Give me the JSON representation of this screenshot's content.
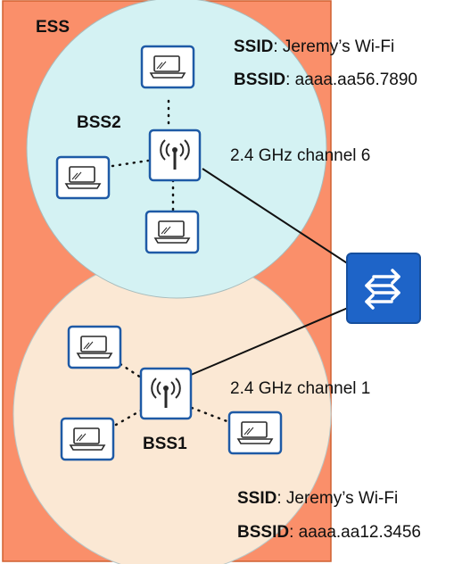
{
  "colors": {
    "ess_fill": "#fa8f6a",
    "ess_border": "#d06030",
    "bss2_fill": "#d4f2f3",
    "bss1_fill": "#fbe8d4",
    "device_border": "#1e5aa6",
    "switch_fill": "#1e64c8"
  },
  "ess": {
    "label": "ESS"
  },
  "bss2": {
    "label": "BSS2",
    "ssid_key": "SSID",
    "ssid_value": ": Jeremy’s Wi-Fi",
    "bssid_key": "BSSID",
    "bssid_value": ": aaaa.aa56.7890",
    "channel": "2.4 GHz channel 6"
  },
  "bss1": {
    "label": "BSS1",
    "ssid_key": "SSID",
    "ssid_value": ": Jeremy’s Wi-Fi",
    "bssid_key": "BSSID",
    "bssid_value": ": aaaa.aa12.3456",
    "channel": "2.4 GHz channel 1"
  },
  "icons": {
    "access_point": "wireless-access-point-icon",
    "laptop": "laptop-icon",
    "switch": "switch-icon"
  }
}
